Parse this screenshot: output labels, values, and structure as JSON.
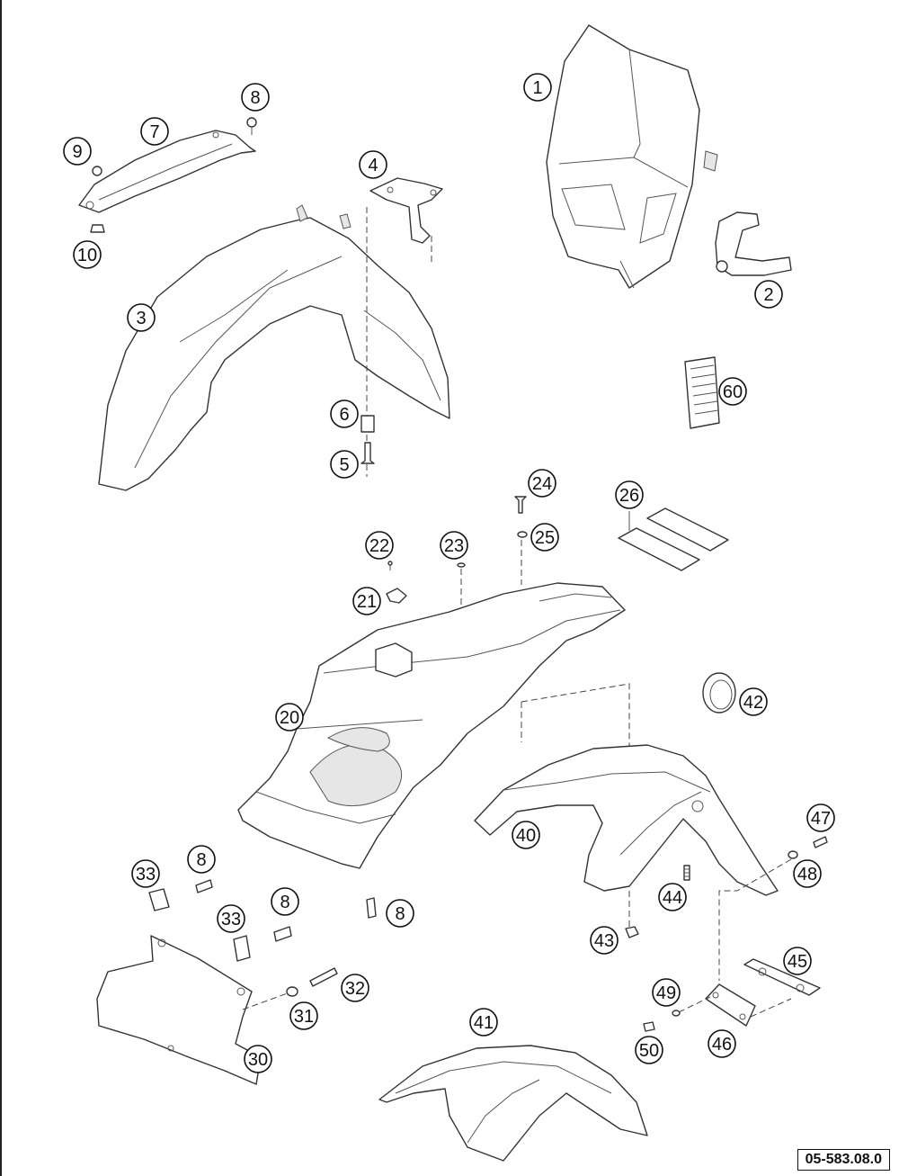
{
  "drawing_number": "05-583.08.0",
  "callouts": [
    {
      "id": "c1",
      "text": "1"
    },
    {
      "id": "c2",
      "text": "2"
    },
    {
      "id": "c3",
      "text": "3"
    },
    {
      "id": "c4",
      "text": "4"
    },
    {
      "id": "c5",
      "text": "5"
    },
    {
      "id": "c6",
      "text": "6"
    },
    {
      "id": "c7",
      "text": "7"
    },
    {
      "id": "c8a",
      "text": "8"
    },
    {
      "id": "c9",
      "text": "9"
    },
    {
      "id": "c10",
      "text": "10"
    },
    {
      "id": "c60",
      "text": "60"
    },
    {
      "id": "c24",
      "text": "24"
    },
    {
      "id": "c25",
      "text": "25"
    },
    {
      "id": "c26",
      "text": "26"
    },
    {
      "id": "c22",
      "text": "22"
    },
    {
      "id": "c23",
      "text": "23"
    },
    {
      "id": "c21",
      "text": "21"
    },
    {
      "id": "c20",
      "text": "20"
    },
    {
      "id": "c42",
      "text": "42"
    },
    {
      "id": "c40",
      "text": "40"
    },
    {
      "id": "c47",
      "text": "47"
    },
    {
      "id": "c48",
      "text": "48"
    },
    {
      "id": "c44",
      "text": "44"
    },
    {
      "id": "c43",
      "text": "43"
    },
    {
      "id": "c45",
      "text": "45"
    },
    {
      "id": "c46",
      "text": "46"
    },
    {
      "id": "c49",
      "text": "49"
    },
    {
      "id": "c50",
      "text": "50"
    },
    {
      "id": "c41",
      "text": "41"
    },
    {
      "id": "c33a",
      "text": "33"
    },
    {
      "id": "c8b",
      "text": "8"
    },
    {
      "id": "c33b",
      "text": "33"
    },
    {
      "id": "c8c",
      "text": "8"
    },
    {
      "id": "c8d",
      "text": "8"
    },
    {
      "id": "c32",
      "text": "32"
    },
    {
      "id": "c31",
      "text": "31"
    },
    {
      "id": "c30",
      "text": "30"
    }
  ]
}
